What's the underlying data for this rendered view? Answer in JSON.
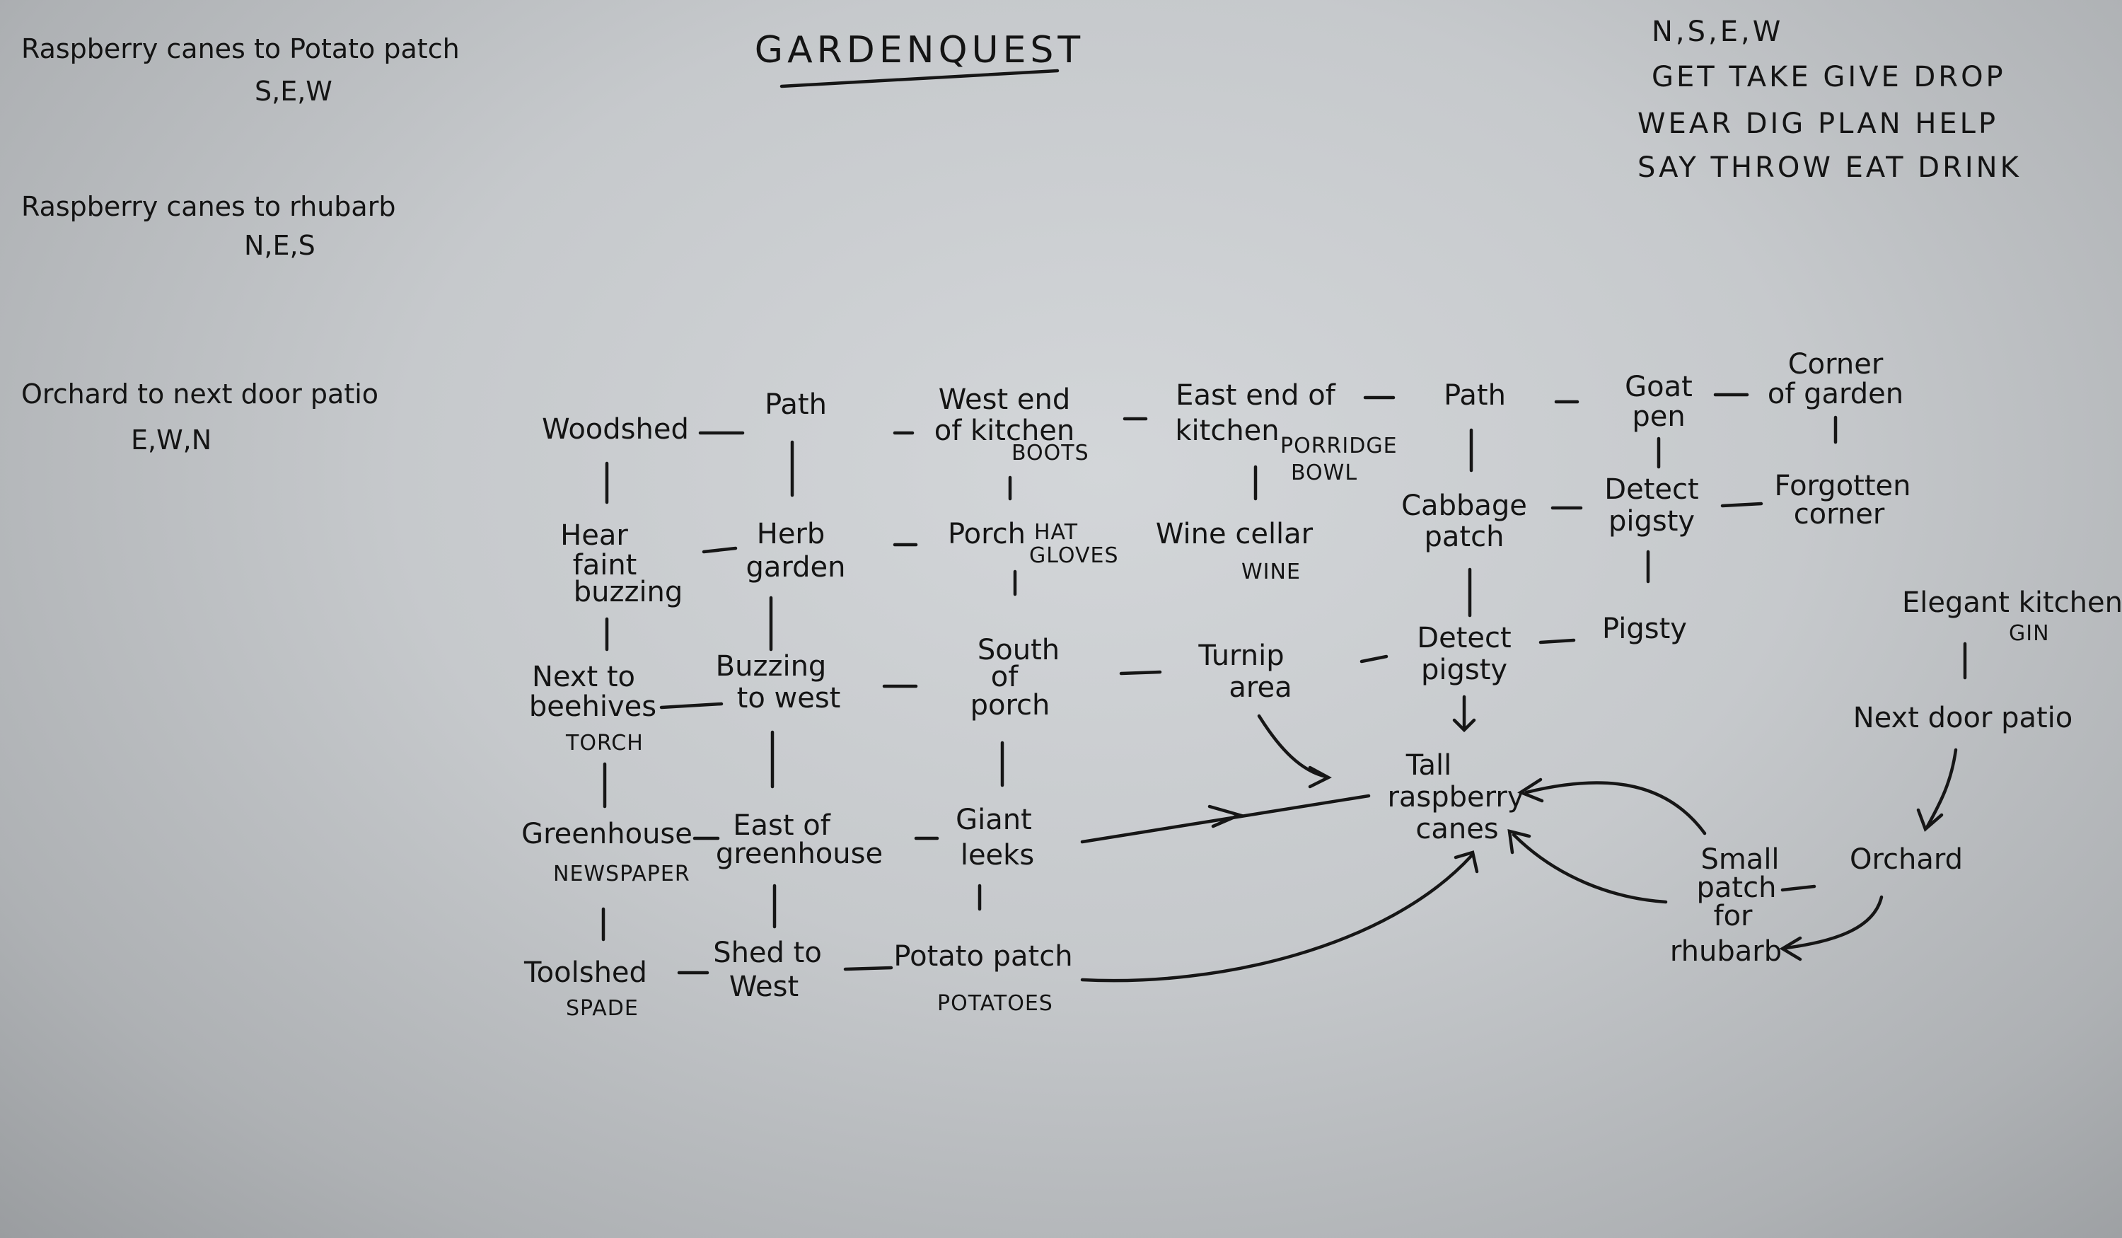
{
  "title": "GARDENQUEST",
  "notes": [
    {
      "text": "Raspberry canes to Potato patch",
      "dirs": "S,E,W"
    },
    {
      "text": "Raspberry canes to rhubarb",
      "dirs": "N,E,S"
    },
    {
      "text": "Orchard to next door patio",
      "dirs": "E,W,N"
    }
  ],
  "commands": [
    "N,S,E,W",
    "GET TAKE GIVE DROP",
    "WEAR DIG PLAN HELP",
    "SAY THROW EAT DRINK"
  ],
  "rooms": {
    "woodshed": [
      "Woodshed"
    ],
    "path1": [
      "Path"
    ],
    "west_kitchen": [
      "West end",
      "of kitchen"
    ],
    "east_kitchen": [
      "East end of",
      "kitchen"
    ],
    "path2": [
      "Path"
    ],
    "goat_pen": [
      "Goat",
      "pen"
    ],
    "corner": [
      "Corner",
      "of garden"
    ],
    "hear_buzz": [
      "Hear",
      "faint",
      "buzzing"
    ],
    "herb": [
      "Herb",
      "garden"
    ],
    "porch": [
      "Porch"
    ],
    "wine": [
      "Wine cellar"
    ],
    "cabbage": [
      "Cabbage",
      "patch"
    ],
    "detect1": [
      "Detect",
      "pigsty"
    ],
    "forgotten": [
      "Forgotten",
      "corner"
    ],
    "beehives": [
      "Next to",
      "beehives"
    ],
    "buzz_west": [
      "Buzzing",
      "to west"
    ],
    "south_porch": [
      "South",
      "of",
      "porch"
    ],
    "turnip": [
      "Turnip",
      "area"
    ],
    "detect2": [
      "Detect",
      "pigsty"
    ],
    "pigsty": [
      "Pigsty"
    ],
    "elegant": [
      "Elegant kitchen"
    ],
    "greenhouse": [
      "Greenhouse"
    ],
    "east_green": [
      "East of",
      "greenhouse"
    ],
    "leeks": [
      "Giant",
      "leeks"
    ],
    "raspberry": [
      "Tall",
      "raspberry",
      "canes"
    ],
    "patio": [
      "Next door patio"
    ],
    "toolshed": [
      "Toolshed"
    ],
    "shed_west": [
      "Shed to",
      "West"
    ],
    "potato": [
      "Potato patch"
    ],
    "rhubarb": [
      "Small",
      "patch",
      "for",
      "rhubarb"
    ],
    "orchard": [
      "Orchard"
    ]
  },
  "items": {
    "boots": "BOOTS",
    "porridge": [
      "PORRIDGE",
      "BOWL"
    ],
    "hat_gloves": [
      "HAT",
      "GLOVES"
    ],
    "wine": "WINE",
    "torch": "TORCH",
    "gin": "GIN",
    "newspaper": "NEWSPAPER",
    "spade": "SPADE",
    "potatoes": "POTATOES"
  }
}
